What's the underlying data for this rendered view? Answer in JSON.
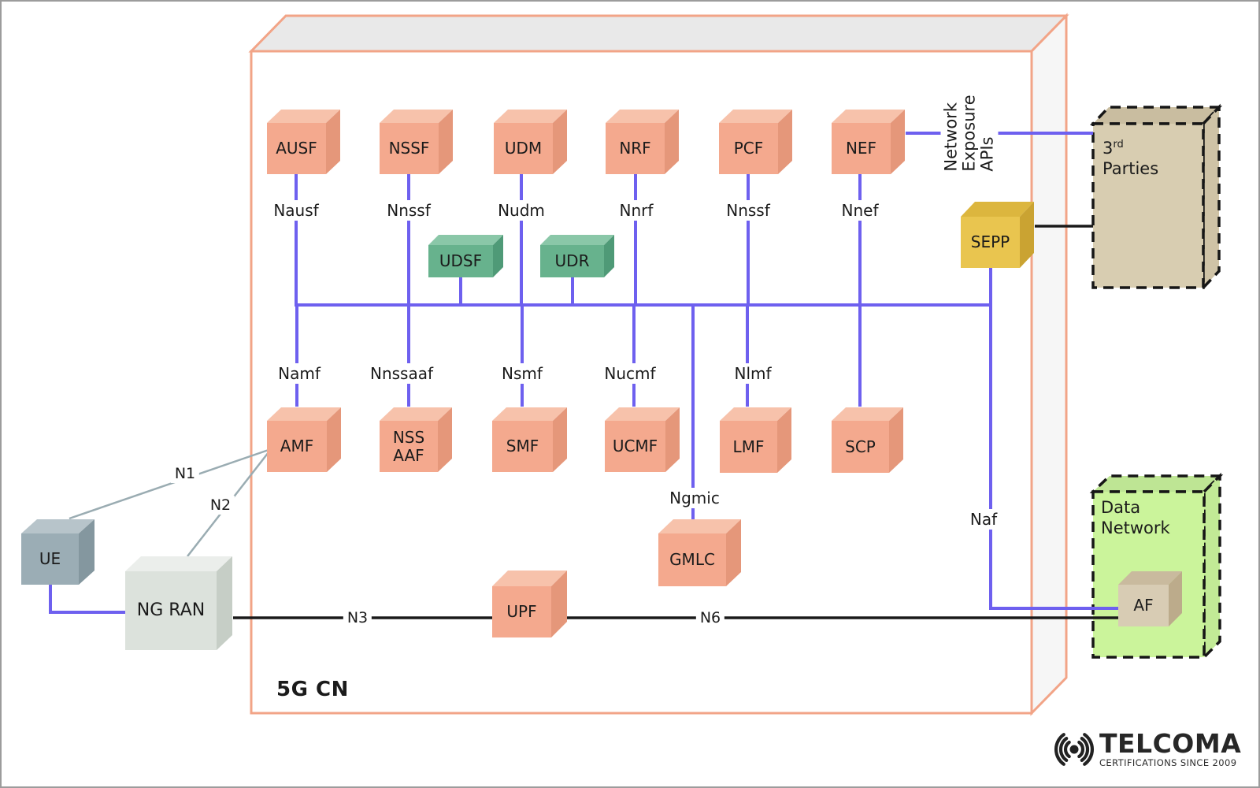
{
  "diagram_title": "5G CN",
  "colors": {
    "connector_purple": "#6e60ef",
    "link_gray": "#9aacb2",
    "link_black": "#1a1a1a",
    "nf_salmon": "#f4a98e",
    "storage_green": "#67b28d",
    "sepp_yellow": "#e9c54f",
    "outer_box_border_salmon": "#f2a487",
    "third_parties_tan": "#d8cdb1",
    "data_network_green": "#cbf49b"
  },
  "nodes": {
    "ausf": "AUSF",
    "nssf": "NSSF",
    "udm": "UDM",
    "nrf": "NRF",
    "pcf": "PCF",
    "nef": "NEF",
    "udsf": "UDSF",
    "udr": "UDR",
    "amf": "AMF",
    "nssaaf": "NSS\nAAF",
    "smf": "SMF",
    "ucmf": "UCMF",
    "lmf": "LMF",
    "scp": "SCP",
    "gmlc": "GMLC",
    "upf": "UPF",
    "sepp": "SEPP",
    "ue": "UE",
    "ngran": "NG RAN",
    "af": "AF"
  },
  "interfaces": {
    "nausf": "Nausf",
    "nnssf_under_nssf": "Nnssf",
    "nudm": "Nudm",
    "nnrf": "Nnrf",
    "nnssf_under_pcf": "Nnssf",
    "nnef": "Nnef",
    "namf": "Namf",
    "nnssaaf": "Nnssaaf",
    "nsmf": "Nsmf",
    "nucmf": "Nucmf",
    "nlmf": "Nlmf",
    "ngmic": "Ngmic",
    "naf": "Naf",
    "n1": "N1",
    "n2": "N2",
    "n3": "N3",
    "n6": "N6"
  },
  "annotations": {
    "network_exposure_apis": "Network\nExposure\nAPIs"
  },
  "external_boxes": {
    "third_parties": {
      "number": "3",
      "ordinal_suffix": "rd",
      "word": "Parties"
    },
    "data_network": {
      "line1": "Data",
      "line2": "Network"
    }
  },
  "branding": {
    "logo_text": "TELCOMA",
    "tagline": "CERTIFICATIONS SINCE 2009"
  }
}
